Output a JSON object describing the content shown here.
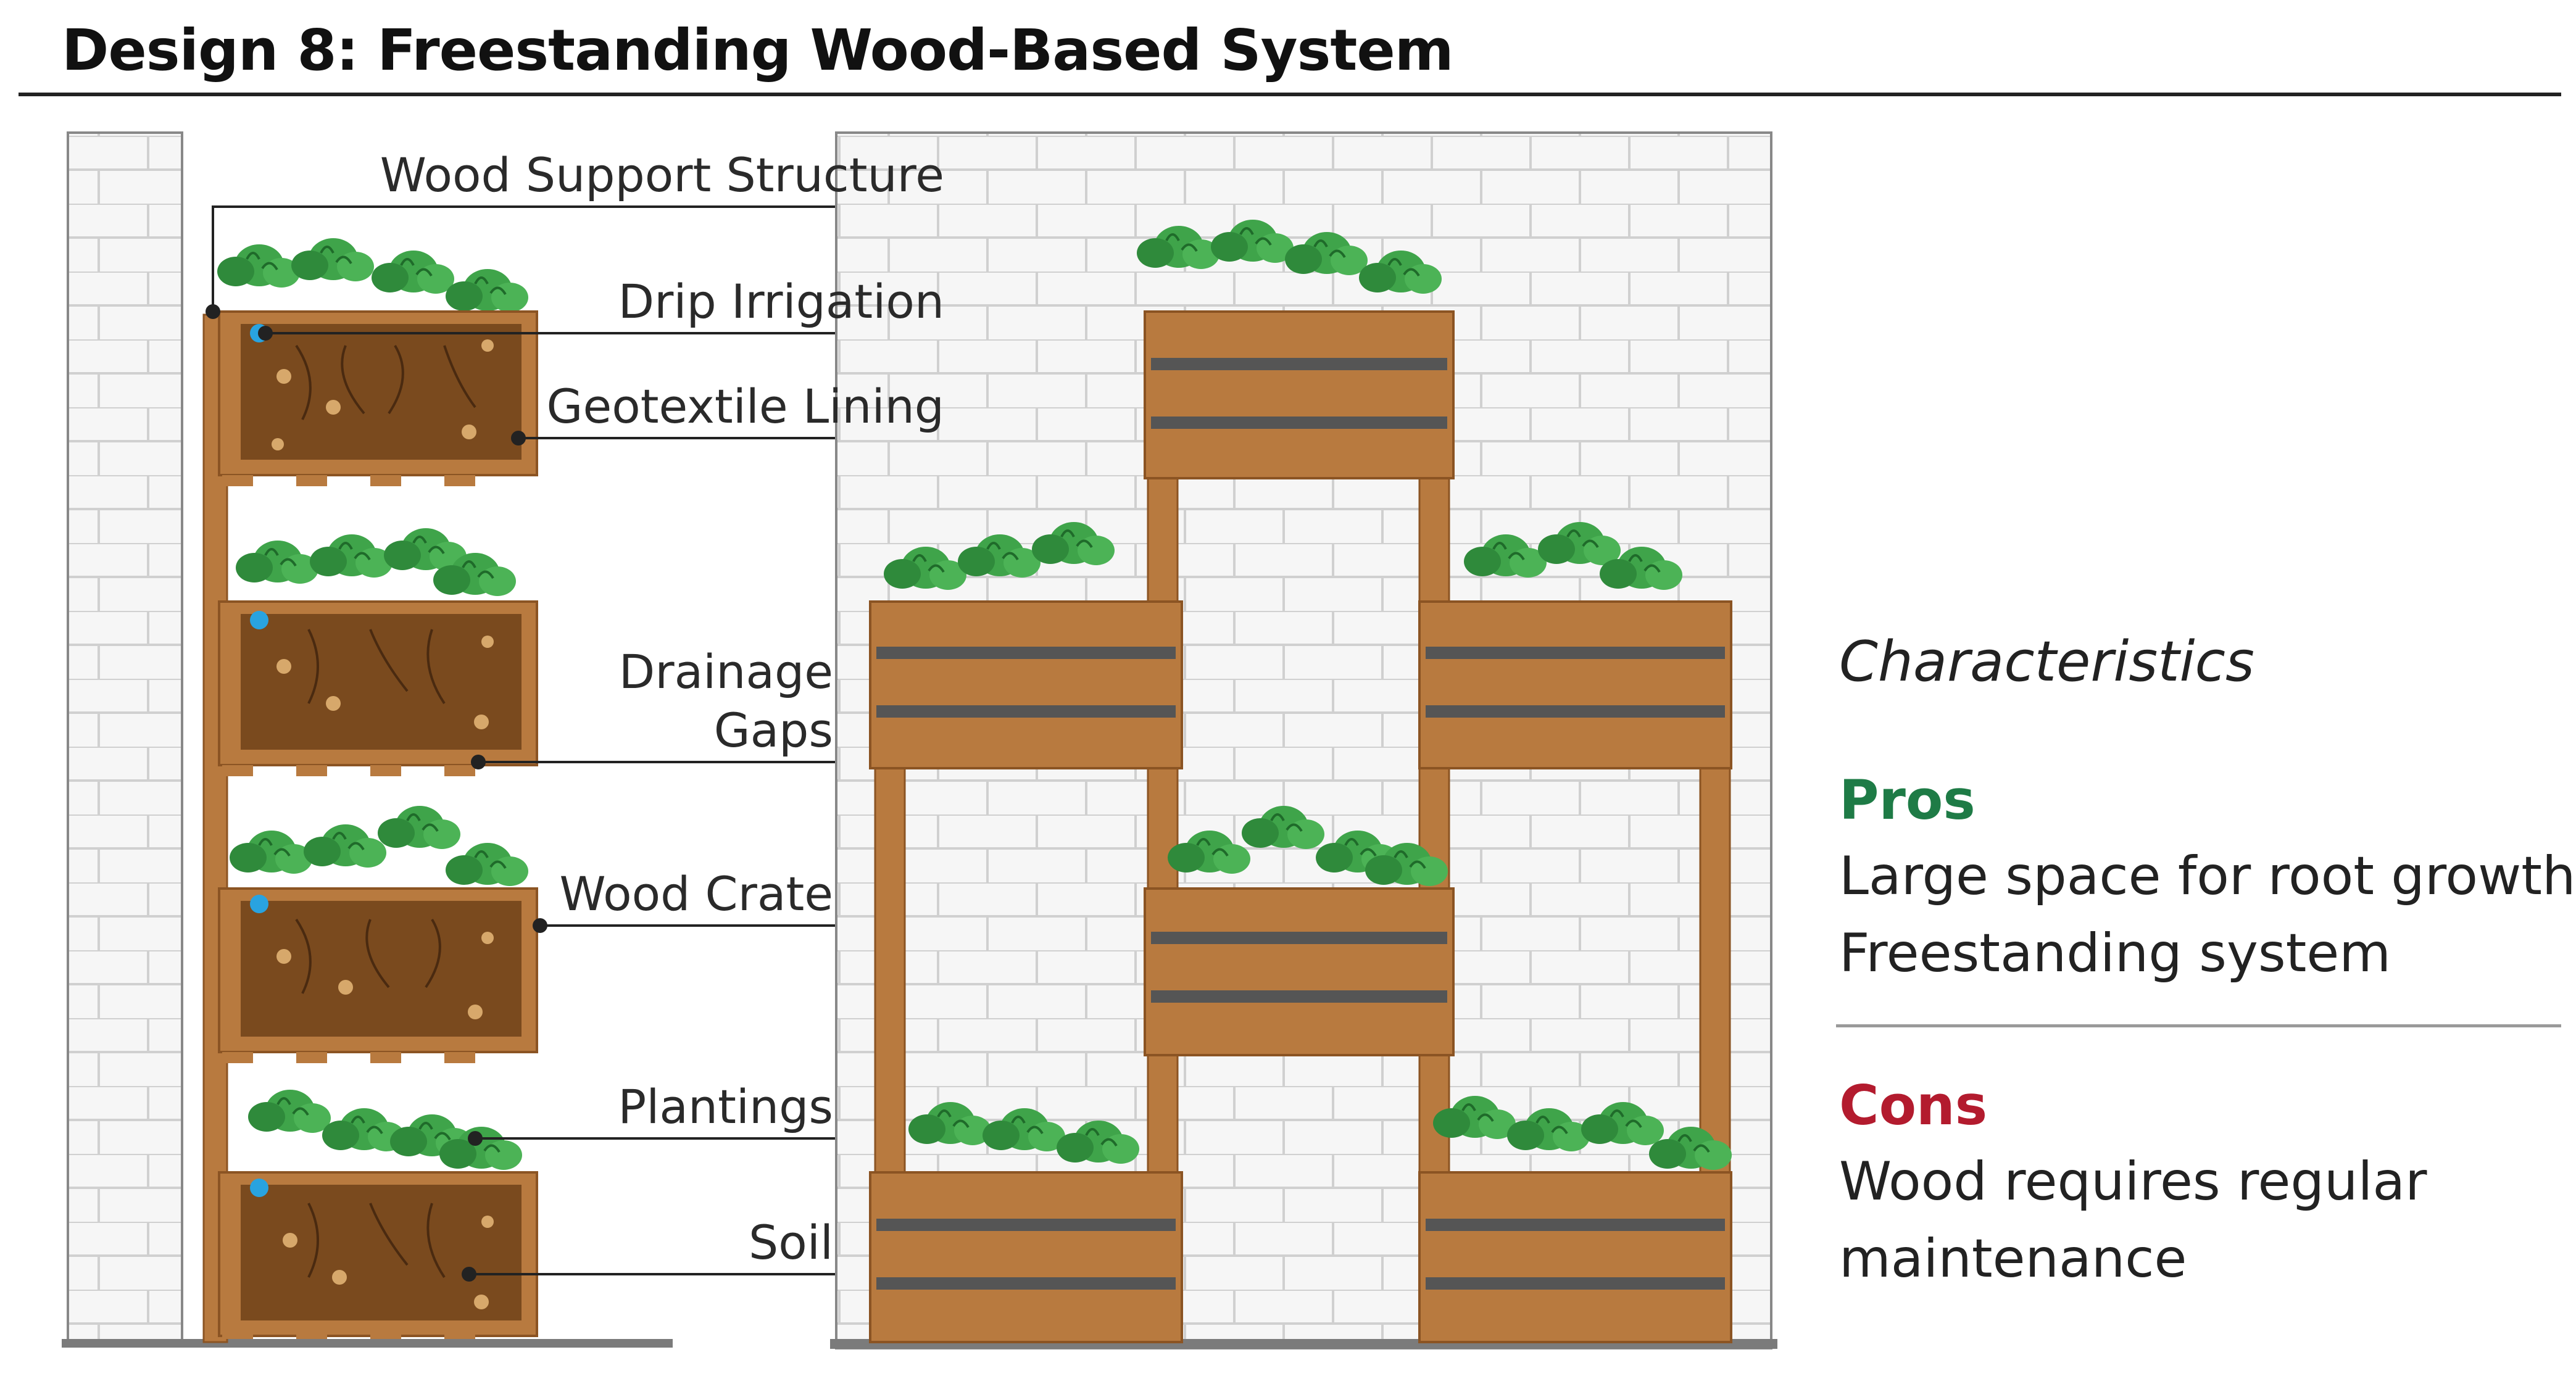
{
  "title": "Design 8: Freestanding Wood-Based System",
  "labels": {
    "wood_support": "Wood Support Structure",
    "drip": "Drip Irrigation",
    "geotextile": "Geotextile Lining",
    "drainage_1": "Drainage",
    "drainage_2": "Gaps",
    "crate": "Wood Crate",
    "plantings": "Plantings",
    "soil": "Soil"
  },
  "characteristics": {
    "heading": "Characteristics",
    "pros_heading": "Pros",
    "pros": [
      "Large space for root growth",
      "Freestanding system"
    ],
    "cons_heading": "Cons",
    "cons": [
      "Wood requires regular",
      "maintenance"
    ]
  },
  "colors": {
    "wood": "#b87a3f",
    "wood_dark": "#8b5423",
    "soil": "#7a4a1e",
    "plant": "#3fa44a",
    "plant_dark": "#1f6b2a",
    "drip": "#29a3e0",
    "brick": "#f4f4f4",
    "pros": "#1e7b46",
    "cons": "#b31b2e"
  }
}
